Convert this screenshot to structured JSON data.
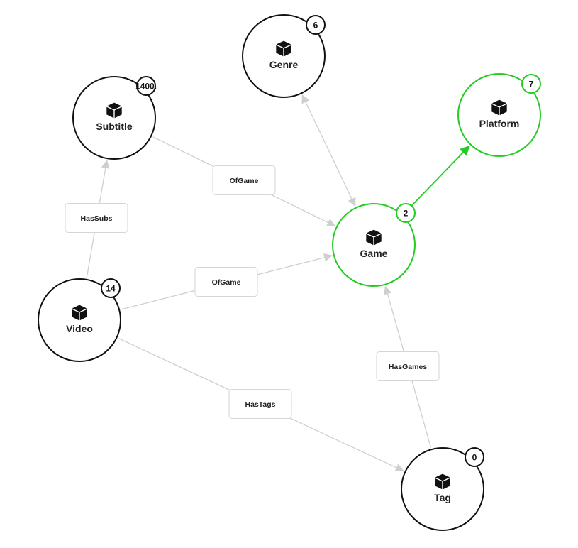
{
  "nodes": [
    {
      "id": "genre",
      "label": "Genre",
      "badge": "6",
      "icon": "cube-icon"
    },
    {
      "id": "subtitle",
      "label": "Subtitle",
      "badge": "1400.",
      "icon": "cube-icon"
    },
    {
      "id": "platform",
      "label": "Platform",
      "badge": "7",
      "icon": "cube-icon",
      "highlighted": true
    },
    {
      "id": "game",
      "label": "Game",
      "badge": "2",
      "icon": "cube-icon",
      "highlighted": true
    },
    {
      "id": "video",
      "label": "Video",
      "badge": "14",
      "icon": "cube-icon"
    },
    {
      "id": "tag",
      "label": "Tag",
      "badge": "0",
      "icon": "cube-icon"
    }
  ],
  "edges": [
    {
      "id": "video-subtitle",
      "source": "video",
      "target": "subtitle",
      "label": "HasSubs"
    },
    {
      "id": "subtitle-game",
      "source": "subtitle",
      "target": "game",
      "label": "OfGame"
    },
    {
      "id": "video-game",
      "source": "video",
      "target": "game",
      "label": "OfGame"
    },
    {
      "id": "video-tag",
      "source": "video",
      "target": "tag",
      "label": "HasTags"
    },
    {
      "id": "tag-game",
      "source": "tag",
      "target": "game",
      "label": "HasGames"
    },
    {
      "id": "genre-game",
      "source": "genre",
      "target": "game",
      "label": "",
      "bidirectional": true
    },
    {
      "id": "game-platform",
      "source": "game",
      "target": "platform",
      "label": "",
      "highlighted": true
    }
  ],
  "colors": {
    "highlight": "#22cc22",
    "edge": "#cfcfcf",
    "node_stroke": "#111111"
  }
}
